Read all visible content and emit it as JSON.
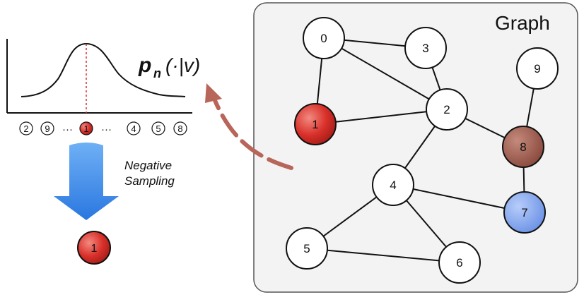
{
  "graph_title": "Graph",
  "formula": {
    "p": "p",
    "sub": "n",
    "args": "(·|v)"
  },
  "distribution_sequence": {
    "before": [
      "2",
      "9"
    ],
    "selected": "1",
    "after": [
      "4",
      "5",
      "8"
    ],
    "ellipsis": "···"
  },
  "negative_sampling_label": {
    "line1": "Negative",
    "line2": "Sampling"
  },
  "sampled_node": "1",
  "nodes": [
    {
      "id": "0",
      "fill": "#ffffff"
    },
    {
      "id": "1",
      "fill": "#d9302a"
    },
    {
      "id": "2",
      "fill": "#ffffff"
    },
    {
      "id": "3",
      "fill": "#ffffff"
    },
    {
      "id": "4",
      "fill": "#ffffff"
    },
    {
      "id": "5",
      "fill": "#ffffff"
    },
    {
      "id": "6",
      "fill": "#ffffff"
    },
    {
      "id": "7",
      "fill": "#7fa3f0"
    },
    {
      "id": "8",
      "fill": "#9c5a4c"
    },
    {
      "id": "9",
      "fill": "#ffffff"
    }
  ],
  "edges": [
    [
      "0",
      "3"
    ],
    [
      "0",
      "2"
    ],
    [
      "0",
      "1"
    ],
    [
      "3",
      "2"
    ],
    [
      "1",
      "2"
    ],
    [
      "2",
      "8"
    ],
    [
      "2",
      "4"
    ],
    [
      "9",
      "8"
    ],
    [
      "8",
      "7"
    ],
    [
      "4",
      "7"
    ],
    [
      "4",
      "5"
    ],
    [
      "4",
      "6"
    ],
    [
      "5",
      "6"
    ]
  ],
  "colors": {
    "red_node": "#d9302a",
    "brown_node": "#9c5a4c",
    "blue_node": "#7fa3f0",
    "arrow_blue": "#3b86e6",
    "dashed_arrow": "#b8655a",
    "dotted_line": "#d9302a"
  }
}
